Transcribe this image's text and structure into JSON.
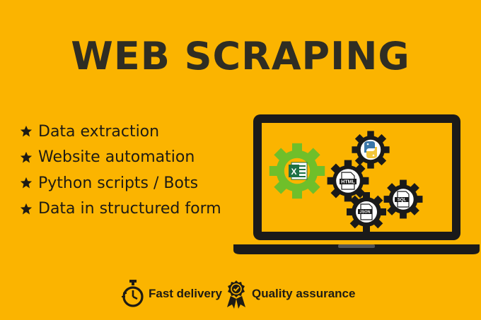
{
  "title": "WEB SCRAPING",
  "features": [
    {
      "icon": "star-icon",
      "label": "Data extraction"
    },
    {
      "icon": "star-icon",
      "label": "Website automation"
    },
    {
      "icon": "star-icon",
      "label": "Python scripts / Bots"
    },
    {
      "icon": "star-icon",
      "label": "Data in structured form"
    }
  ],
  "illustration": {
    "gear_labels": {
      "html": "HTML",
      "sql": "SQL",
      "json": "JSON"
    },
    "excel_letter": "X"
  },
  "badges": [
    {
      "icon": "stopwatch-icon",
      "label": "Fast delivery"
    },
    {
      "icon": "award-ribbon-icon",
      "label": "Quality assurance"
    }
  ],
  "colors": {
    "background": "#fbb400",
    "text": "#2f2d23",
    "laptop": "#1a1a1a",
    "excel_gear": "#6fbf2a",
    "excel_green": "#1e7145"
  }
}
